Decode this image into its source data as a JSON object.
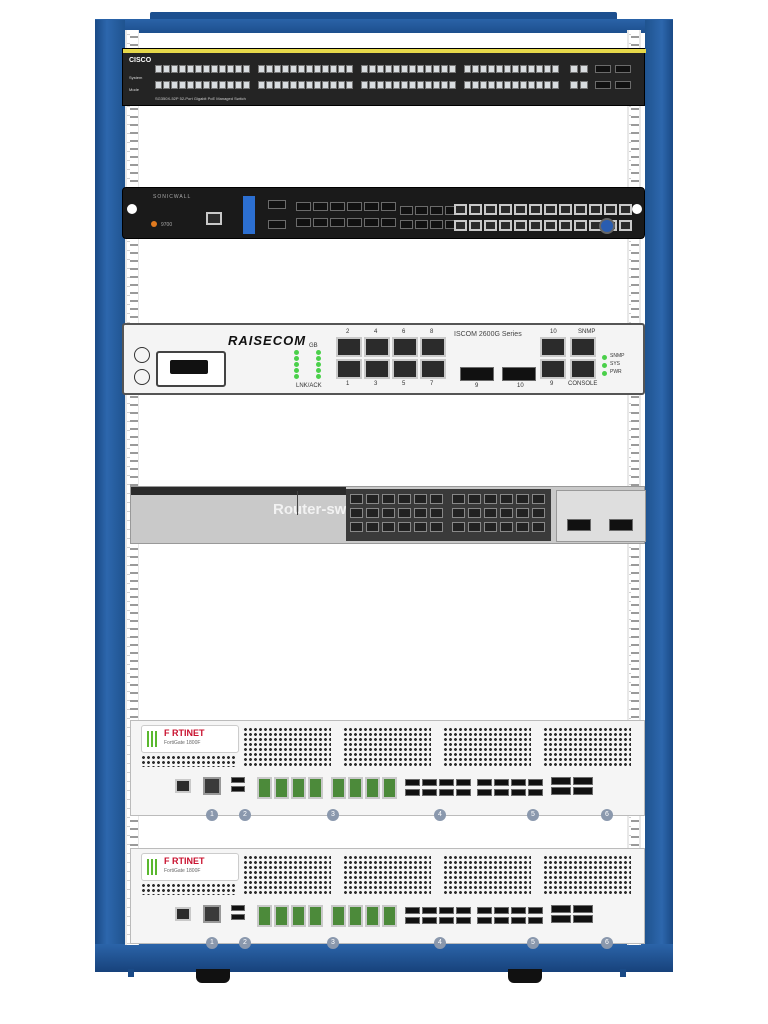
{
  "rack": {
    "name": "network-equipment-rack"
  },
  "devices": {
    "cisco": {
      "brand": "CISCO",
      "model": "SG350X-52P 52-Port Gigabit PoE Managed Switch",
      "left_labels": [
        "System",
        "Mode"
      ]
    },
    "sonicwall": {
      "brand": "SONICWALL",
      "model": "9700"
    },
    "raisecom": {
      "brand": "RAISECOM",
      "series": "ISCOM 2600G Series",
      "port_top": [
        "2",
        "4",
        "6",
        "8"
      ],
      "port_bottom": [
        "1",
        "3",
        "5",
        "7"
      ],
      "sfp_labels": [
        "9",
        "10"
      ],
      "console_top": [
        "10",
        "SNMP"
      ],
      "console_bottom": [
        "9",
        "CONSOLE"
      ],
      "status": [
        "SNMP",
        "SYS",
        "PWR"
      ],
      "link_label": "LNK/ACK",
      "gb_label": "GB"
    },
    "catalyst": {
      "watermark": "Router-switch"
    },
    "fortigate_1": {
      "brand": "F RTINET",
      "model": "FortiGate 1800F",
      "callouts": [
        "1",
        "2",
        "3",
        "4",
        "5",
        "6"
      ]
    },
    "fortigate_2": {
      "brand": "F RTINET",
      "model": "FortiGate 1800F",
      "callouts": [
        "1",
        "2",
        "3",
        "4",
        "5",
        "6"
      ]
    }
  }
}
